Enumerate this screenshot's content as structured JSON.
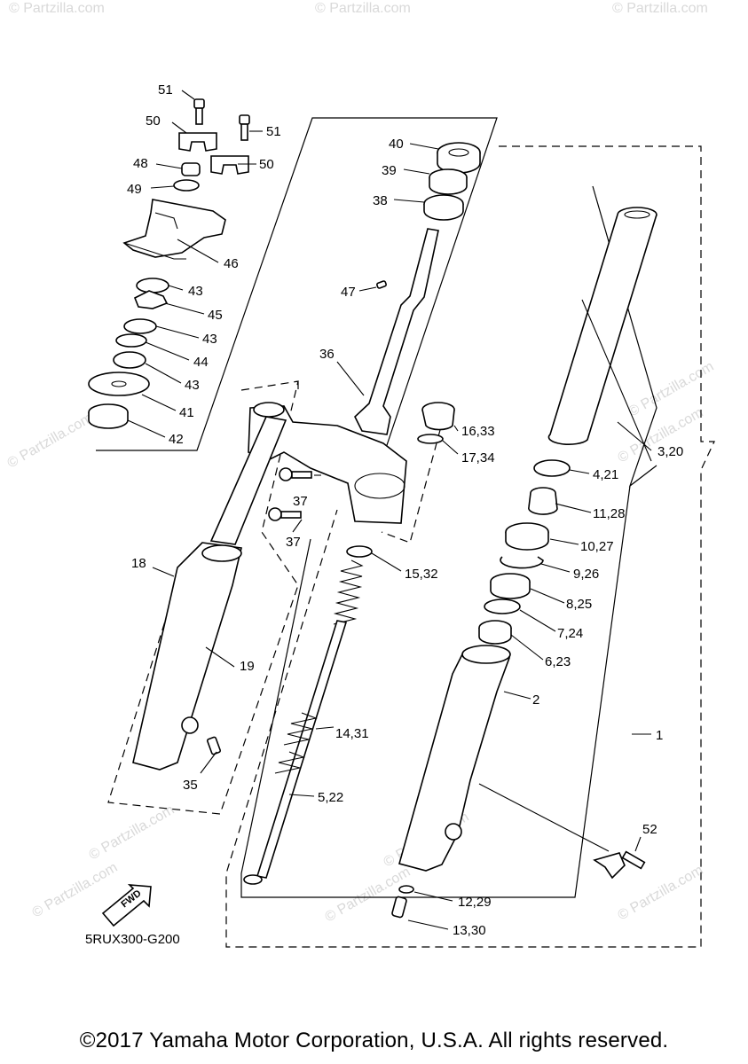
{
  "copyright": "©2017 Yamaha Motor Corporation, U.S.A. All rights reserved.",
  "diagram_code": "5RUX300-G200",
  "fwd_label": "FWD",
  "watermark": "© Partzilla.com",
  "callouts": {
    "c1": "1",
    "c2": "2",
    "c3_20": "3,20",
    "c4_21": "4,21",
    "c5_22": "5,22",
    "c6_23": "6,23",
    "c7_24": "7,24",
    "c8_25": "8,25",
    "c9_26": "9,26",
    "c10_27": "10,27",
    "c11_28": "11,28",
    "c12_29": "12,29",
    "c13_30": "13,30",
    "c14_31": "14,31",
    "c15_32": "15,32",
    "c16_33": "16,33",
    "c17_34": "17,34",
    "c18": "18",
    "c19": "19",
    "c35": "35",
    "c36": "36",
    "c37a": "37",
    "c37b": "37",
    "c38": "38",
    "c39": "39",
    "c40": "40",
    "c41": "41",
    "c42": "42",
    "c43a": "43",
    "c43b": "43",
    "c43c": "43",
    "c44": "44",
    "c45": "45",
    "c46": "46",
    "c47": "47",
    "c48": "48",
    "c49": "49",
    "c50a": "50",
    "c50b": "50",
    "c51a": "51",
    "c51b": "51",
    "c52": "52"
  }
}
